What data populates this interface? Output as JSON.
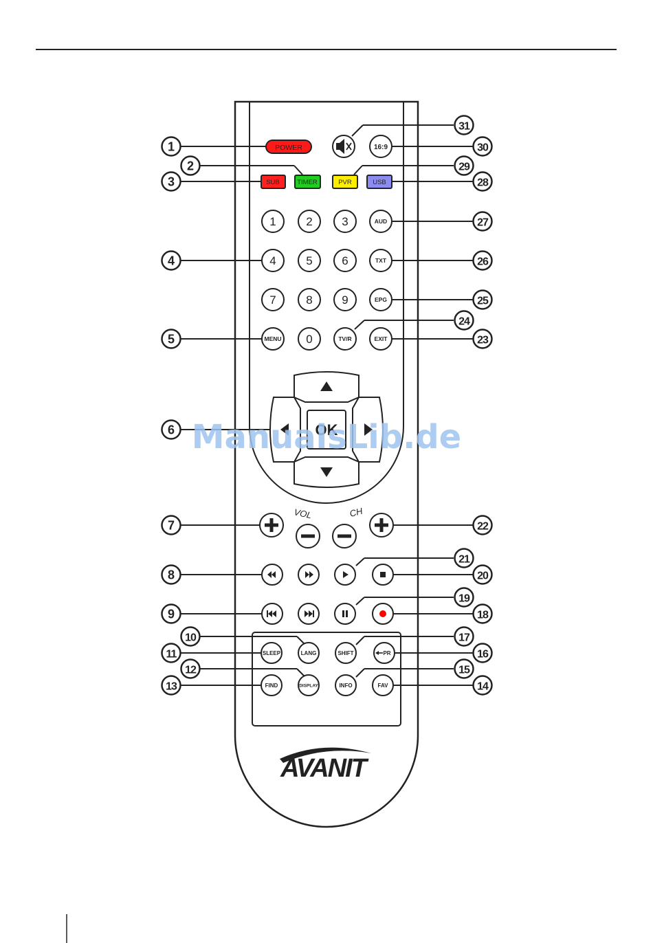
{
  "watermark": "ManualsLib.de",
  "brand": "AVANIT",
  "vol_label": "VOL",
  "ch_label": "CH",
  "colors": {
    "power": "#ff1a1a",
    "sub": "#ff2020",
    "timer": "#22cc22",
    "pvr": "#ffee00",
    "usb": "#8c8cf0",
    "record": "#ff0000",
    "watermark": "#9fc3ee"
  },
  "buttons": {
    "power": "POWER",
    "aspect": "16:9",
    "sub": "SUB",
    "timer": "TIMER",
    "pvr": "PVR",
    "usb": "USB",
    "n1": "1",
    "n2": "2",
    "n3": "3",
    "aud": "AUD",
    "n4": "4",
    "n5": "5",
    "n6": "6",
    "txt": "TXT",
    "n7": "7",
    "n8": "8",
    "n9": "9",
    "epg": "EPG",
    "menu": "MENU",
    "n0": "0",
    "tvr": "TV/R",
    "exit": "EXIT",
    "ok": "OK",
    "sleep": "SLEEP",
    "lang": "LANG",
    "shift": "SHIFT",
    "pr": "PR",
    "find": "FIND",
    "display": "DISPLAY",
    "info": "INFO",
    "fav": "FAV"
  },
  "callouts": [
    "1",
    "2",
    "3",
    "4",
    "5",
    "6",
    "7",
    "8",
    "9",
    "10",
    "11",
    "12",
    "13",
    "14",
    "15",
    "16",
    "17",
    "18",
    "19",
    "20",
    "21",
    "22",
    "23",
    "24",
    "25",
    "26",
    "27",
    "28",
    "29",
    "30",
    "31"
  ]
}
